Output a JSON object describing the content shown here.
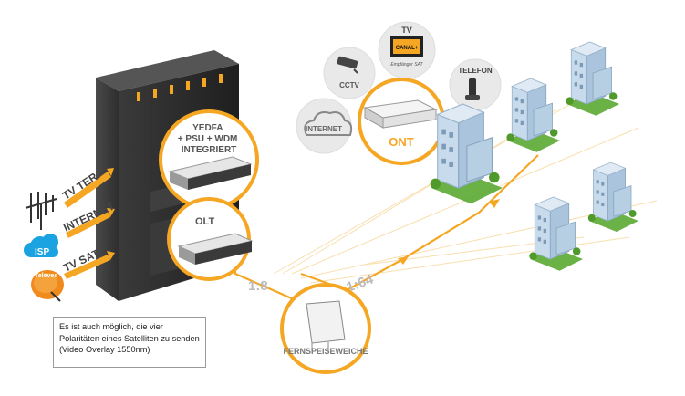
{
  "colors": {
    "accent": "#f5a623",
    "rack": "#2b2b2b",
    "building": "#bcd3e6",
    "grass": "#5aa832"
  },
  "inputs": [
    {
      "label": "TV TER.",
      "icon": "antenna-icon"
    },
    {
      "label": "INTERNET",
      "icon": "isp-cloud-icon",
      "icon_text": "ISP"
    },
    {
      "label": "TV SAT",
      "icon": "satellite-dish-icon",
      "icon_text": "Televes"
    }
  ],
  "headend": {
    "module1": "YEDFA\n+ PSU + WDM\nINTEGRIERT",
    "module2": "OLT"
  },
  "split_ratios": {
    "first": "1:8",
    "second": "1:64"
  },
  "splitter": {
    "label": "FERNSPEISEWEICHE"
  },
  "ont": {
    "label": "ONT"
  },
  "services": [
    {
      "label": "INTERNET",
      "icon": "cloud-icon"
    },
    {
      "label": "CCTV",
      "icon": "camera-icon"
    },
    {
      "label": "TV",
      "sublabel": "Empfänger SAT",
      "screen_text": "CANAL+",
      "icon": "tv-icon"
    },
    {
      "label": "TELEFON",
      "icon": "phone-icon"
    }
  ],
  "note": {
    "text": "Es ist auch möglich, die vier Polaritäten eines Satelliten zu senden (Video Overlay 1550nm)"
  }
}
